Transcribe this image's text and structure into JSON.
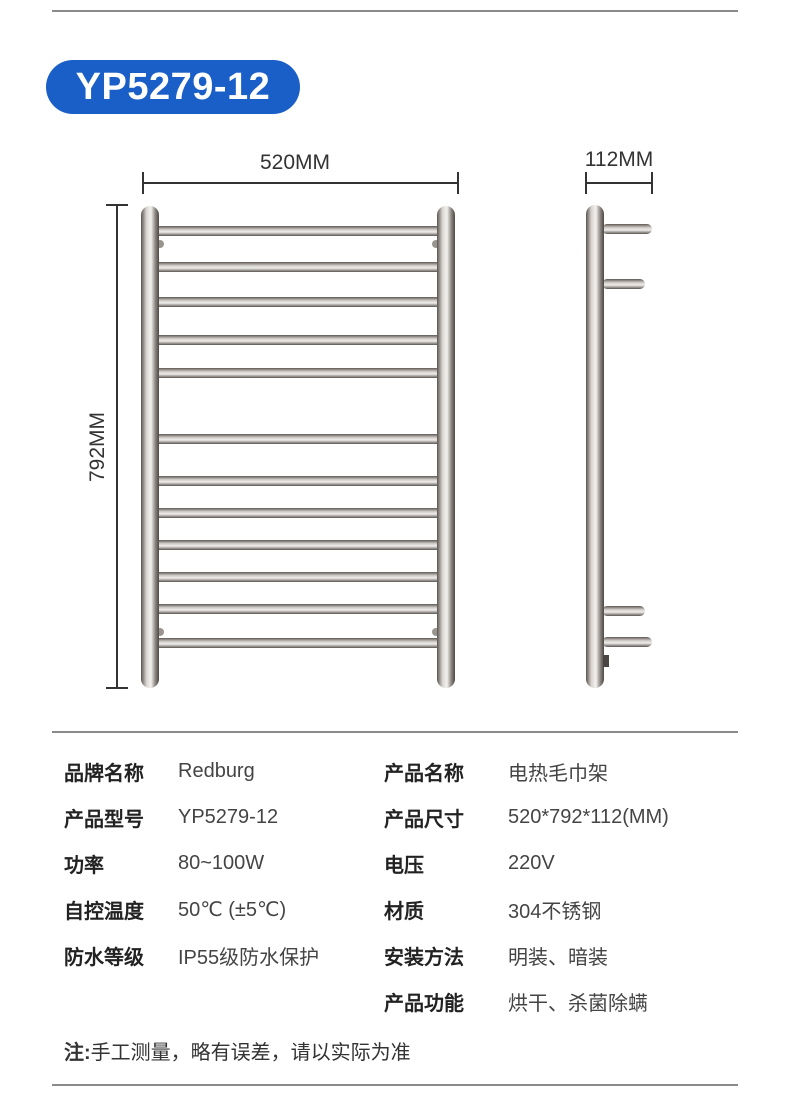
{
  "model_badge": "YP5279-12",
  "dimensions": {
    "width_label": "520MM",
    "depth_label": "112MM",
    "height_label": "792MM"
  },
  "specs": [
    {
      "label": "品牌名称",
      "value": "Redburg",
      "label2": "产品名称",
      "value2": "电热毛巾架"
    },
    {
      "label": "产品型号",
      "value": "YP5279-12",
      "label2": "产品尺寸",
      "value2": "520*792*112(MM)"
    },
    {
      "label": "功率",
      "value": "80~100W",
      "label2": "电压",
      "value2": "220V"
    },
    {
      "label": "自控温度",
      "value": "50℃ (±5℃)",
      "label2": "材质",
      "value2": "304不锈钢"
    },
    {
      "label": "防水等级",
      "value": "IP55级防水保护",
      "label2": "安装方法",
      "value2": "明装、暗装"
    },
    {
      "label": "",
      "value": "",
      "label2": "产品功能",
      "value2": "烘干、杀菌除螨"
    }
  ],
  "note": {
    "label": "注:",
    "text": "手工测量，略有误差，请以实际为准"
  },
  "colors": {
    "badge": "#1a5fc8",
    "steel": "#8c8580"
  }
}
